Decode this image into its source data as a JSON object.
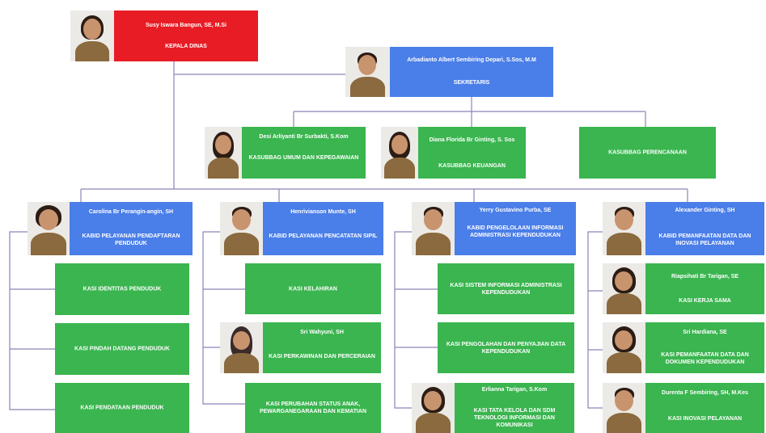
{
  "kepala": {
    "name": "Susy Iswara Bangun, SE, M.Si",
    "title": "KEPALA DINAS"
  },
  "sekretaris": {
    "name": "Arbadianto Albert Sembiring Depari, S.Sos, M.M",
    "title": "SEKRETARIS"
  },
  "kasubbag": [
    {
      "name": "Desi Arliyanti Br Surbakti, S.Kom",
      "title": "KASUBBAG UMUM DAN KEPEGAWAIAN"
    },
    {
      "name": "Diana Florida Br Ginting, S. Sos",
      "title": "KASUBBAG KEUANGAN"
    },
    {
      "title": "KASUBBAG PERENCANAAN"
    }
  ],
  "kabid": [
    {
      "name": "Carolina Br Perangin-angin, SH",
      "title": "KABID PELAYANAN PENDAFTARAN PENDUDUK"
    },
    {
      "name": "Henrivianson Munte, SH",
      "title": "KABID PELAYANAN PENCATATAN SIPIL"
    },
    {
      "name": "Yerry Gustavino Purba, SE",
      "title": "KABID PENGELOLAAN INFORMASI ADMINISTRASI KEPENDUDUKAN"
    },
    {
      "name": "Alexander Ginting, SH",
      "title": "KABID PEMANFAATAN DATA DAN INOVASI PELAYANAN"
    }
  ],
  "seksi_col1": [
    {
      "title": "KASI IDENTITAS PENDUDUK"
    },
    {
      "title": "KASI PINDAH DATANG PENDUDUK"
    },
    {
      "title": "KASI PENDATAAN PENDUDUK"
    }
  ],
  "seksi_col2": [
    {
      "title": "KASI KELAHIRAN"
    },
    {
      "name": "Sri Wahyuni, SH",
      "title": "KASI PERKAWINAN DAN PERCERAIAN"
    },
    {
      "title": "KASI PERUBAHAN STATUS ANAK, PEWARGANEGARAAN DAN KEMATIAN"
    }
  ],
  "seksi_col3": [
    {
      "title": "KASI SISTEM INFORMASI ADMINISTRASI KEPENDUDUKAN"
    },
    {
      "title": "KASI PENGOLAHAN DAN PENYAJIAN DATA KEPENDUDUKAN"
    },
    {
      "name": "Erlianna Tarigan, S.Kom",
      "title": "KASI TATA KELOLA DAN SDM TEKNOLOGI INFORMASI DAN KOMUNIKASI"
    }
  ],
  "seksi_col4": [
    {
      "name": "Riapsihati Br Tarigan, SE",
      "title": "KASI KERJA SAMA"
    },
    {
      "name": "Sri Hardiana, SE",
      "title": "KASI PEMANFAATAN DATA DAN DOKUMEN KEPENDUDUKAN"
    },
    {
      "name": "Durenta F Sembiring, SH, M.Kes",
      "title": "KASI INOVASI PELAYANAN"
    }
  ],
  "colors": {
    "red": "#e81c24",
    "blue": "#4a7ee8",
    "green": "#3ab54f",
    "line": "#8a84b8"
  }
}
